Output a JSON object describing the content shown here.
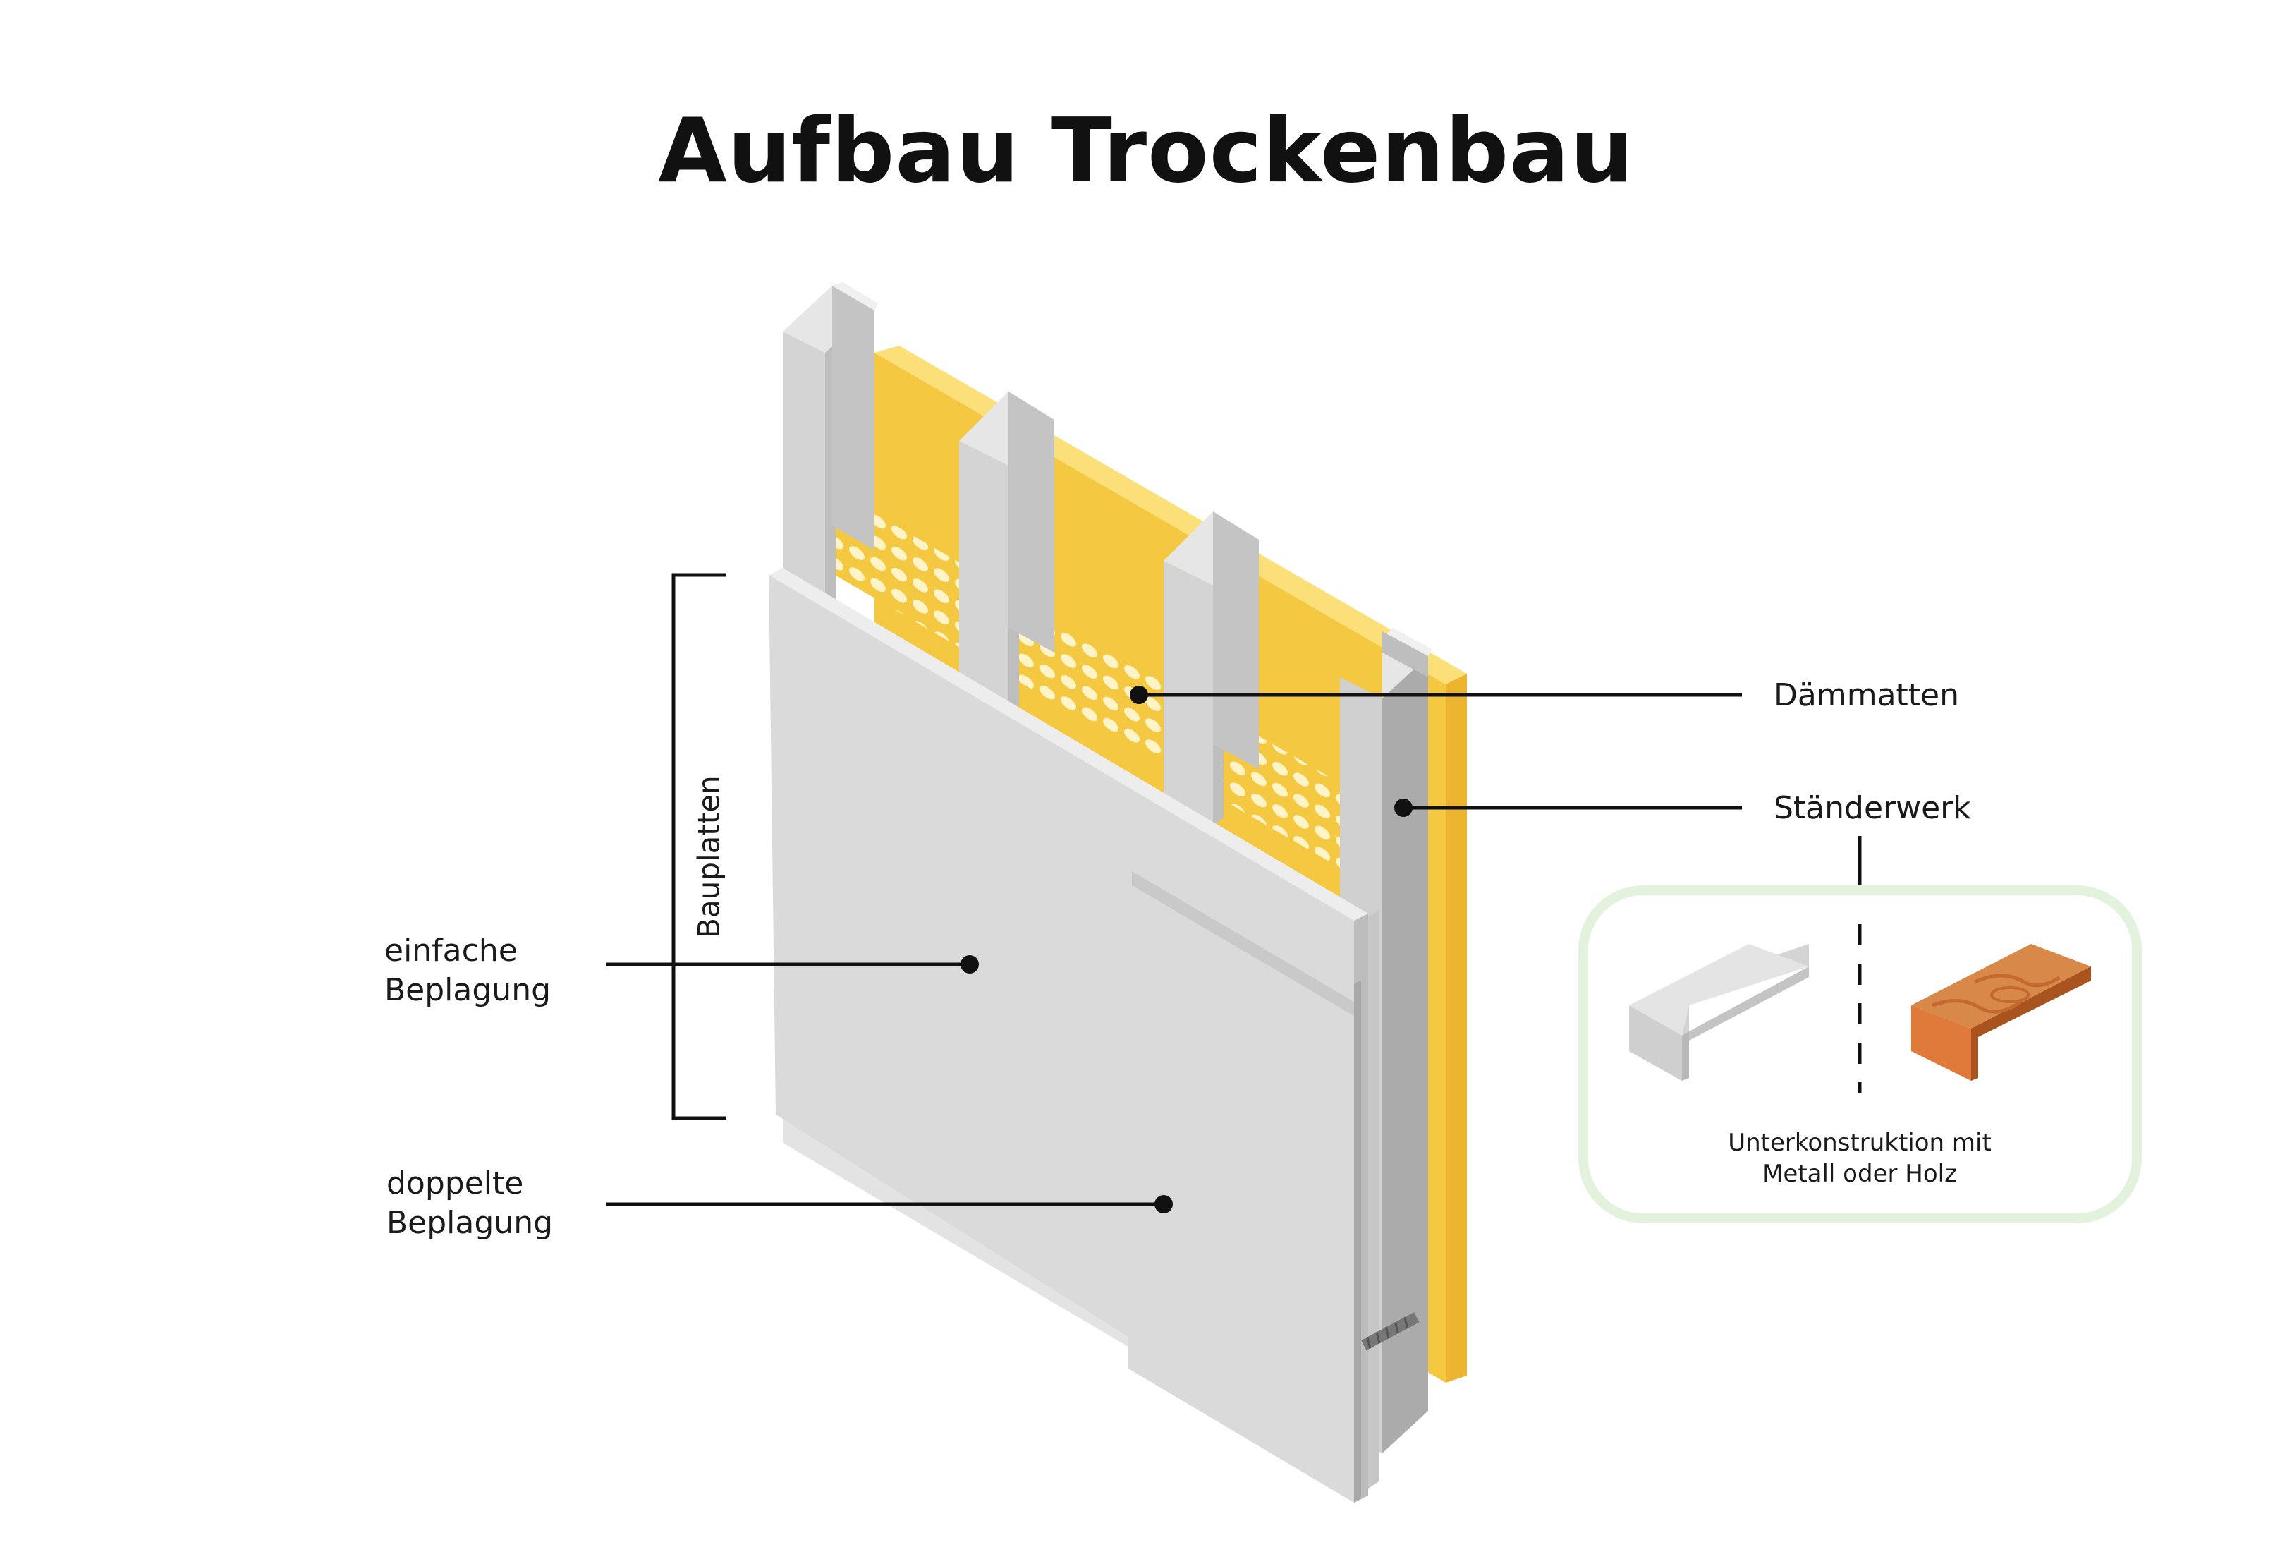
{
  "title": "Aufbau Trockenbau",
  "labels": {
    "daemmatten": "Dämmatten",
    "staenderwerk": "Ständerwerk",
    "bauplatten": "Bauplatten",
    "einfache_line1": "einfache",
    "einfache_line2": "Beplagung",
    "doppelte_line1": "doppelte",
    "doppelte_line2": "Beplagung",
    "unterkonstruktion_line1": "Unterkonstruktion mit",
    "unterkonstruktion_line2": "Metall oder Holz"
  },
  "colors": {
    "insulation": "#F5C842",
    "insulation_light": "#FBE07A",
    "board": "#DCDCDC",
    "stud": "#C8C8C8",
    "wood": "#E07A3A",
    "callout_border": "#E2F2DC"
  }
}
